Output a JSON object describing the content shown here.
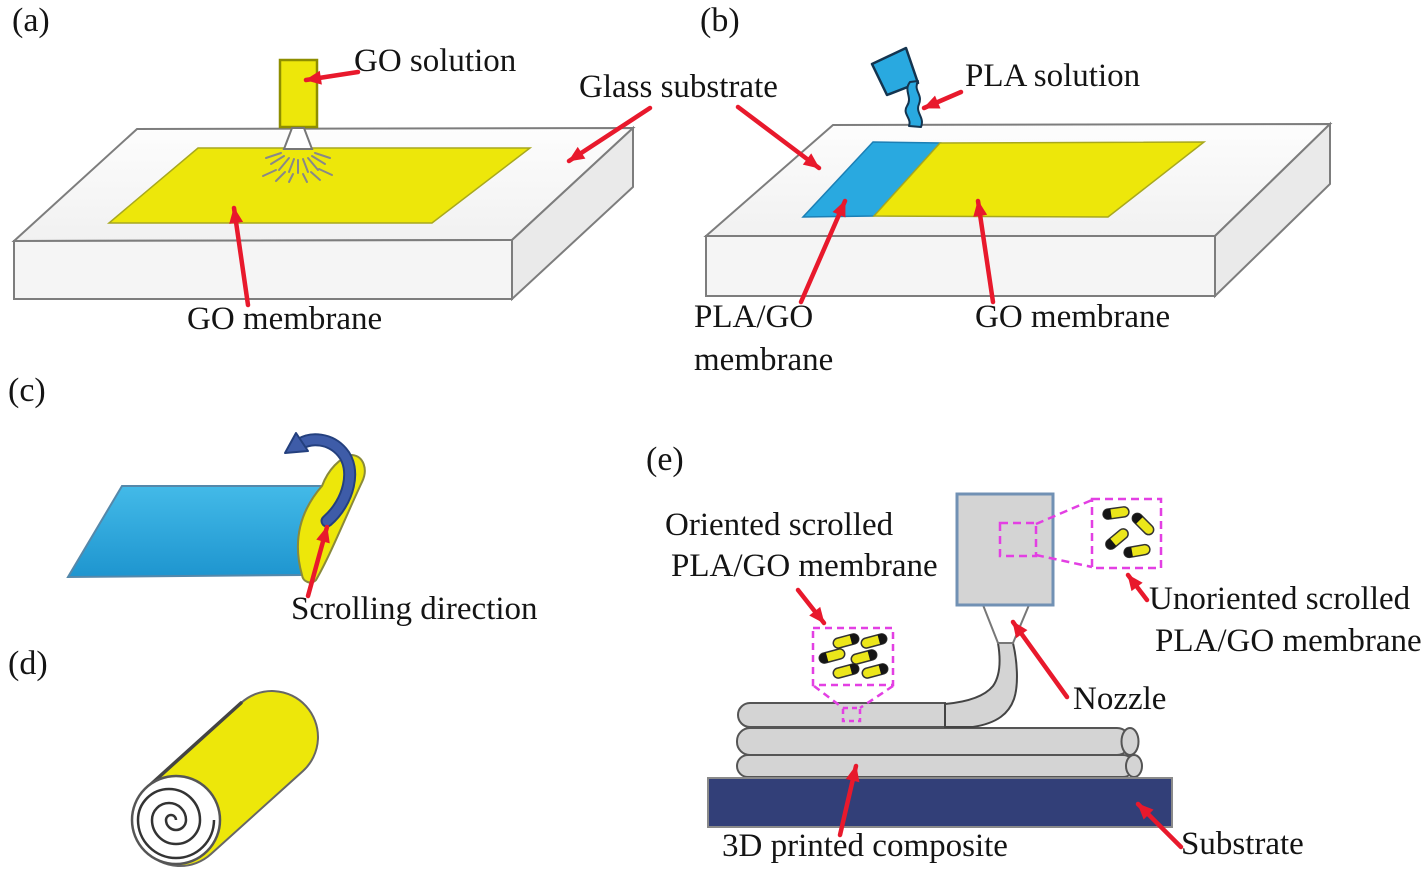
{
  "figure": {
    "shared": {
      "glass_substrate": "Glass substrate"
    },
    "panel_a": {
      "tag": "(a)",
      "go_solution": "GO solution",
      "go_membrane": "GO membrane"
    },
    "panel_b": {
      "tag": "(b)",
      "pla_solution": "PLA solution",
      "pla_go_line1": "PLA/GO",
      "pla_go_line2": "membrane",
      "go_membrane": "GO membrane"
    },
    "panel_c": {
      "tag": "(c)",
      "scrolling_direction": "Scrolling direction"
    },
    "panel_d": {
      "tag": "(d)"
    },
    "panel_e": {
      "tag": "(e)",
      "oriented_line1": "Oriented scrolled",
      "oriented_line2": "PLA/GO membrane",
      "unoriented_line1": "Unoriented scrolled",
      "unoriented_line2": "PLA/GO membrane",
      "nozzle": "Nozzle",
      "printed_composite": "3D printed composite",
      "substrate": "Substrate"
    },
    "colors": {
      "go_yellow": "#EDE70A",
      "pla_blue": "#29A9E0",
      "arrow_red": "#E8192C",
      "scroll_arrow_blue": "#3E5CA8",
      "substrate_navy": "#323F78",
      "callout_magenta": "#E33FE3",
      "machine_gray": "#D4D4D4",
      "extruder_border_blue": "#7191B4"
    }
  }
}
